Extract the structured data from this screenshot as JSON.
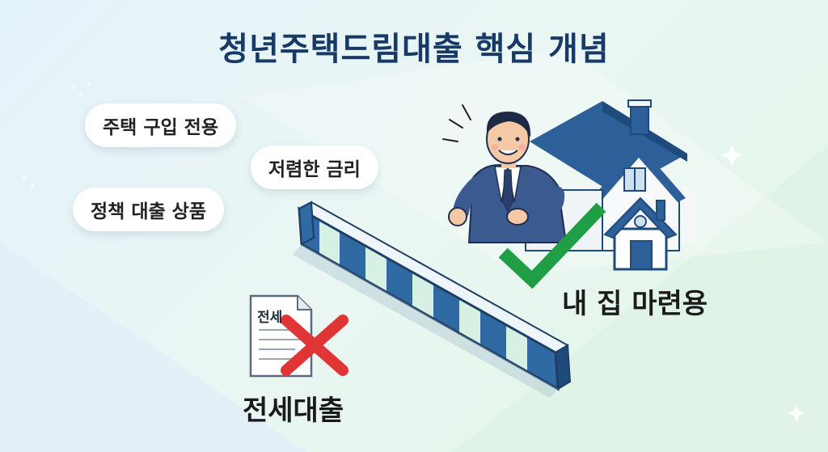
{
  "title": "청년주택드림대출 핵심 개념",
  "tags": [
    "주택 구입 전용",
    "저렴한 금리",
    "정책 대출 상품"
  ],
  "left_label": "전세대출",
  "document_text": "전세",
  "right_label": "내 집 마련용",
  "colors": {
    "title": "#173a66",
    "barrier_blue": "#2f6aa3",
    "barrier_light": "#d6f0e4",
    "check_green": "#1f9e45",
    "cross_red": "#e03535",
    "roof_blue": "#2d5f99"
  },
  "icons": [
    "barrier-gate",
    "document-icon",
    "cross-icon",
    "check-icon",
    "house-icon",
    "businessman-figure"
  ]
}
